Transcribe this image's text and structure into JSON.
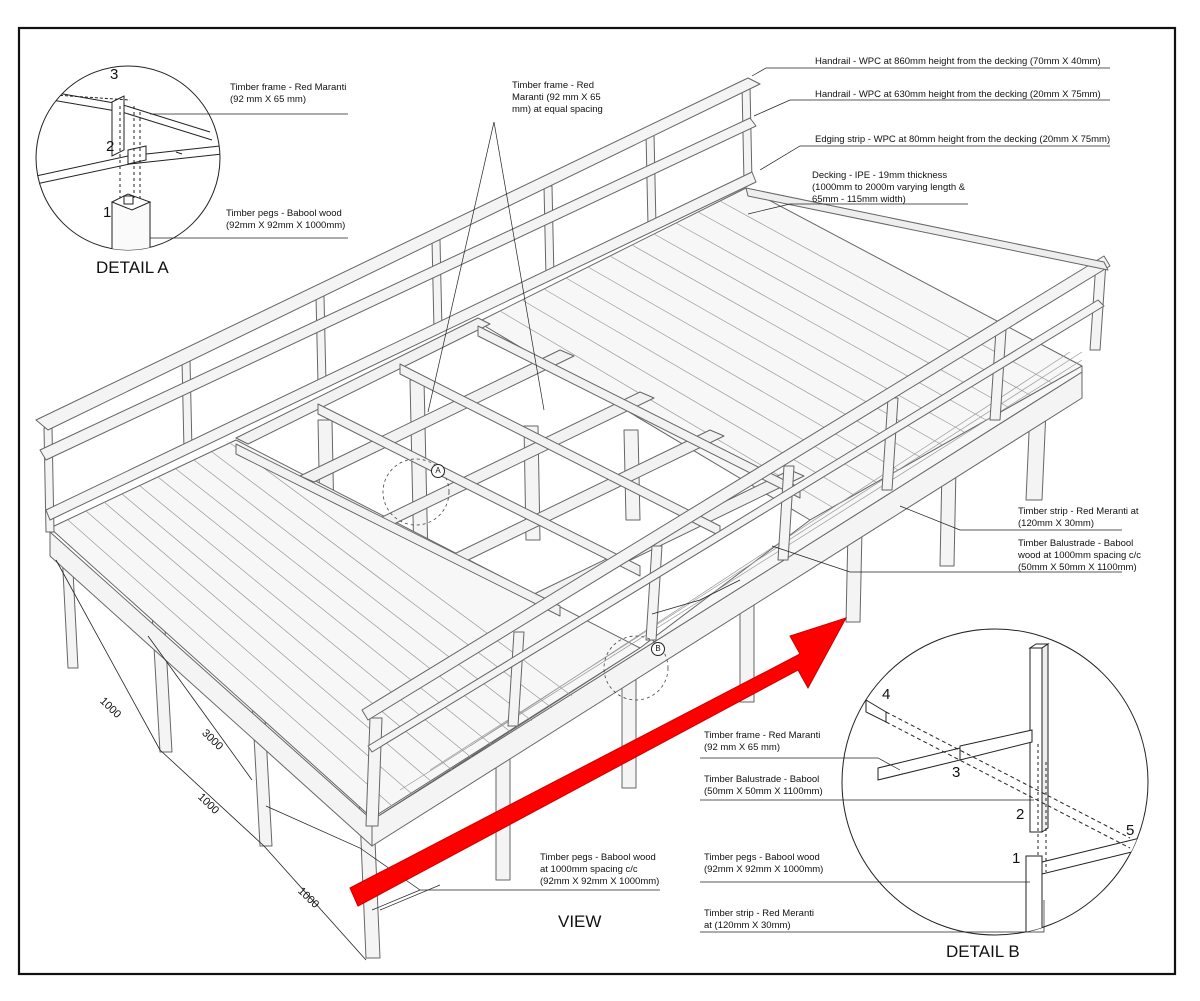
{
  "colors": {
    "frame": "#111111",
    "timber": "#f4f4f4",
    "timber_edge": "#555555",
    "arrow": "#ff0000"
  },
  "titles": {
    "view": "VIEW",
    "detail_a": "DETAIL A",
    "detail_b": "DETAIL B"
  },
  "callouts": {
    "handrail_860": "Handrail - WPC at 860mm height from the decking (70mm X 40mm)",
    "handrail_630": "Handrail - WPC at 630mm height from the decking (20mm X 75mm)",
    "edging_strip": "Edging strip - WPC at 80mm height from the decking (20mm X 75mm)",
    "decking": [
      "Decking - IPE - 19mm thickness",
      "(1000mm to 2000m varying length &",
      "65mm - 115mm width)"
    ],
    "frame_spacing": [
      "Timber frame - Red",
      "Maranti (92 mm X 65",
      "mm) at equal spacing"
    ],
    "timber_strip_main": [
      "Timber strip - Red Meranti at",
      "(120mm X 30mm)"
    ],
    "balustrade_main": [
      "Timber Balustrade - Babool",
      "wood at 1000mm spacing c/c",
      "(50mm X 50mm X 1100mm)"
    ],
    "pegs_main": [
      "Timber pegs - Babool wood",
      "at 1000mm spacing c/c",
      "(92mm X 92mm X 1000mm)"
    ]
  },
  "detail_a": {
    "frame": [
      "Timber frame - Red Maranti",
      "(92 mm X 65 mm)"
    ],
    "pegs": [
      "Timber pegs - Babool wood",
      "(92mm X 92mm X 1000mm)"
    ],
    "numbers": [
      "1",
      "2",
      "3"
    ],
    "marker": "A"
  },
  "detail_b": {
    "frame": [
      "Timber frame - Red Maranti",
      "(92 mm X 65 mm)"
    ],
    "balustrade": [
      "Timber Balustrade - Babool",
      "(50mm X 50mm X 1100mm)"
    ],
    "pegs": [
      "Timber pegs - Babool wood",
      "(92mm X 92mm X 1000mm)"
    ],
    "strip": [
      "Timber strip - Red Meranti",
      "at (120mm X 30mm)"
    ],
    "numbers": [
      "1",
      "2",
      "3",
      "4",
      "5"
    ],
    "marker": "B"
  },
  "dimensions": {
    "d1": "1000",
    "d2": "1000",
    "d3": "1000",
    "total": "3000"
  }
}
